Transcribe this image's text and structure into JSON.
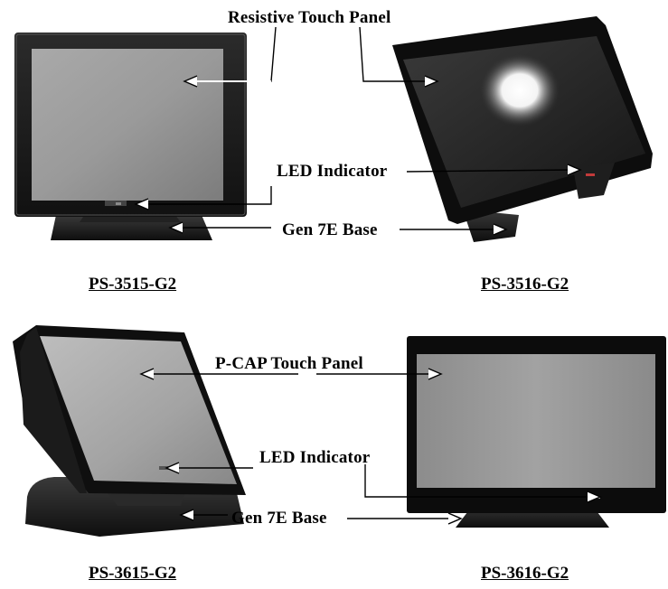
{
  "labels": {
    "resistive_touch_panel": "Resistive Touch Panel",
    "led_indicator_top": "LED Indicator",
    "gen7e_base_top": "Gen 7E Base",
    "pcap_touch_panel": "P-CAP Touch Panel",
    "led_indicator_bottom": "LED Indicator",
    "gen7e_base_bottom": "Gen 7E Base"
  },
  "models": {
    "top_left": "PS-3515-G2",
    "top_right": "PS-3516-G2",
    "bottom_left": "PS-3615-G2",
    "bottom_right": "PS-3616-G2"
  }
}
